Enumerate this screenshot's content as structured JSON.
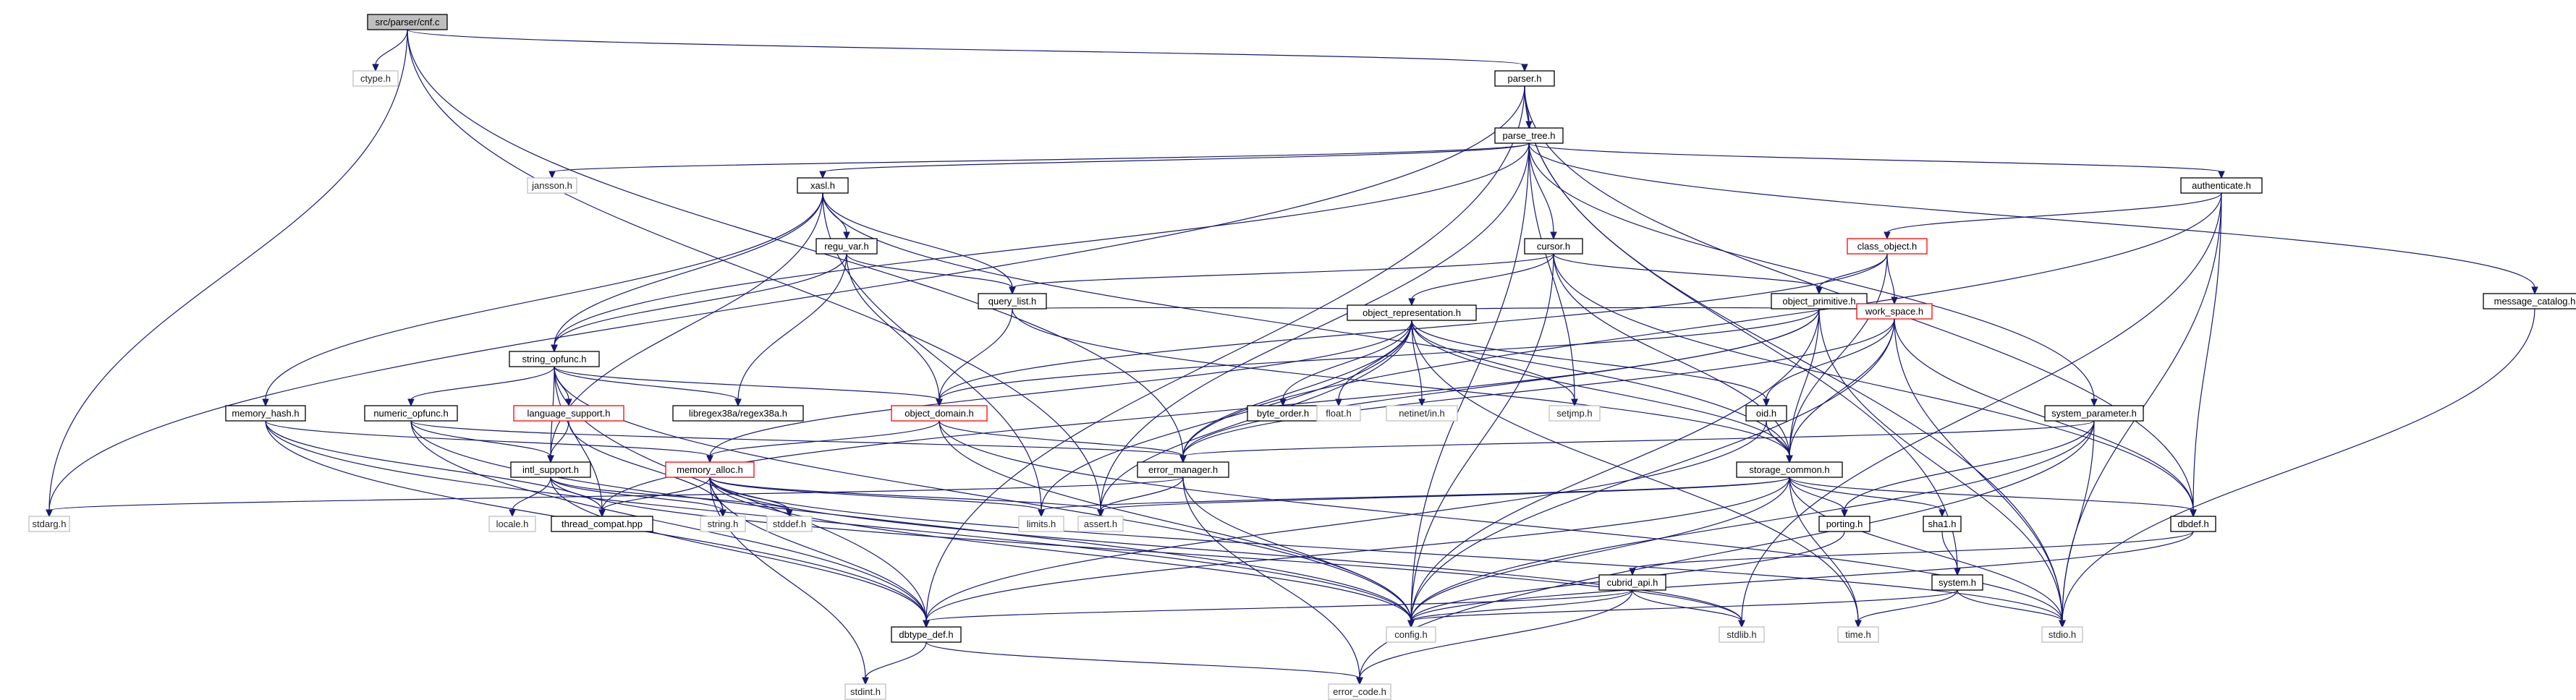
{
  "nodes": [
    {
      "id": "parser_c",
      "label": "src/parser/cnf.c",
      "style": "root"
    },
    {
      "id": "ctype",
      "label": "ctype.h",
      "style": "external"
    },
    {
      "id": "parser_h",
      "label": "parser.h",
      "style": "normal"
    },
    {
      "id": "parse_tree",
      "label": "parse_tree.h",
      "style": "normal"
    },
    {
      "id": "jansson",
      "label": "jansson.h",
      "style": "external"
    },
    {
      "id": "xasl",
      "label": "xasl.h",
      "style": "normal"
    },
    {
      "id": "regu_var",
      "label": "regu_var.h",
      "style": "normal"
    },
    {
      "id": "cursor",
      "label": "cursor.h",
      "style": "normal"
    },
    {
      "id": "authenticate",
      "label": "authenticate.h",
      "style": "normal"
    },
    {
      "id": "class_object",
      "label": "class_object.h",
      "style": "incomplete"
    },
    {
      "id": "message_catalog",
      "label": "message_catalog.h",
      "style": "normal"
    },
    {
      "id": "query_list",
      "label": "query_list.h",
      "style": "normal"
    },
    {
      "id": "object_primitive",
      "label": "object_primitive.h",
      "style": "normal"
    },
    {
      "id": "string_opfunc",
      "label": "string_opfunc.h",
      "style": "normal"
    },
    {
      "id": "object_representation",
      "label": "object_representation.h",
      "style": "normal"
    },
    {
      "id": "work_space",
      "label": "work_space.h",
      "style": "incomplete"
    },
    {
      "id": "memory_hash",
      "label": "memory_hash.h",
      "style": "normal"
    },
    {
      "id": "numeric_opfunc",
      "label": "numeric_opfunc.h",
      "style": "normal"
    },
    {
      "id": "language_support",
      "label": "language_support.h",
      "style": "incomplete"
    },
    {
      "id": "libregex",
      "label": "libregex38a/regex38a.h",
      "style": "normal"
    },
    {
      "id": "object_domain",
      "label": "object_domain.h",
      "style": "incomplete"
    },
    {
      "id": "byte_order",
      "label": "byte_order.h",
      "style": "normal"
    },
    {
      "id": "float_h",
      "label": "float.h",
      "style": "external"
    },
    {
      "id": "netinet",
      "label": "netinet/in.h",
      "style": "external"
    },
    {
      "id": "setjmp",
      "label": "setjmp.h",
      "style": "external"
    },
    {
      "id": "oid",
      "label": "oid.h",
      "style": "normal"
    },
    {
      "id": "system_parameter",
      "label": "system_parameter.h",
      "style": "normal"
    },
    {
      "id": "intl_support",
      "label": "intl_support.h",
      "style": "normal"
    },
    {
      "id": "memory_alloc",
      "label": "memory_alloc.h",
      "style": "incomplete"
    },
    {
      "id": "error_manager",
      "label": "error_manager.h",
      "style": "normal"
    },
    {
      "id": "storage_common",
      "label": "storage_common.h",
      "style": "normal"
    },
    {
      "id": "stdarg",
      "label": "stdarg.h",
      "style": "external"
    },
    {
      "id": "locale",
      "label": "locale.h",
      "style": "external"
    },
    {
      "id": "thread_compat",
      "label": "thread_compat.hpp",
      "style": "normal"
    },
    {
      "id": "string_h",
      "label": "string.h",
      "style": "external"
    },
    {
      "id": "stddef",
      "label": "stddef.h",
      "style": "external"
    },
    {
      "id": "limits",
      "label": "limits.h",
      "style": "external"
    },
    {
      "id": "assert",
      "label": "assert.h",
      "style": "external"
    },
    {
      "id": "porting",
      "label": "porting.h",
      "style": "normal"
    },
    {
      "id": "sha1",
      "label": "sha1.h",
      "style": "normal"
    },
    {
      "id": "dbdef",
      "label": "dbdef.h",
      "style": "normal"
    },
    {
      "id": "cubrid_api",
      "label": "cubrid_api.h",
      "style": "normal"
    },
    {
      "id": "system_h",
      "label": "system.h",
      "style": "normal"
    },
    {
      "id": "dbtype_def",
      "label": "dbtype_def.h",
      "style": "normal"
    },
    {
      "id": "config",
      "label": "config.h",
      "style": "external"
    },
    {
      "id": "stdlib",
      "label": "stdlib.h",
      "style": "external"
    },
    {
      "id": "time_h",
      "label": "time.h",
      "style": "external"
    },
    {
      "id": "stdio",
      "label": "stdio.h",
      "style": "external"
    },
    {
      "id": "stdint",
      "label": "stdint.h",
      "style": "external"
    },
    {
      "id": "error_code",
      "label": "error_code.h",
      "style": "external"
    }
  ],
  "edges": [
    [
      "parser_c",
      "ctype"
    ],
    [
      "parser_c",
      "parser_h"
    ],
    [
      "parser_c",
      "stdarg"
    ],
    [
      "parser_c",
      "assert"
    ],
    [
      "parser_c",
      "error_manager"
    ],
    [
      "parser_h",
      "parse_tree"
    ],
    [
      "parser_h",
      "stdarg"
    ],
    [
      "parser_h",
      "dbtype_def"
    ],
    [
      "parser_h",
      "dbdef"
    ],
    [
      "parser_h",
      "system_h"
    ],
    [
      "parser_h",
      "stdio"
    ],
    [
      "parse_tree",
      "jansson"
    ],
    [
      "parse_tree",
      "xasl"
    ],
    [
      "parse_tree",
      "cursor"
    ],
    [
      "parse_tree",
      "authenticate"
    ],
    [
      "parse_tree",
      "message_catalog"
    ],
    [
      "parse_tree",
      "string_opfunc"
    ],
    [
      "parse_tree",
      "setjmp"
    ],
    [
      "parse_tree",
      "system_parameter"
    ],
    [
      "parse_tree",
      "assert"
    ],
    [
      "parse_tree",
      "config"
    ],
    [
      "xasl",
      "regu_var"
    ],
    [
      "xasl",
      "query_list"
    ],
    [
      "xasl",
      "string_opfunc"
    ],
    [
      "xasl",
      "memory_hash"
    ],
    [
      "xasl",
      "storage_common"
    ],
    [
      "xasl",
      "intl_support"
    ],
    [
      "xasl",
      "limits"
    ],
    [
      "regu_var",
      "query_list"
    ],
    [
      "regu_var",
      "object_domain"
    ],
    [
      "regu_var",
      "string_opfunc"
    ],
    [
      "regu_var",
      "libregex"
    ],
    [
      "cursor",
      "query_list"
    ],
    [
      "cursor",
      "object_primitive"
    ],
    [
      "cursor",
      "object_representation"
    ],
    [
      "cursor",
      "storage_common"
    ],
    [
      "cursor",
      "config"
    ],
    [
      "cursor",
      "dbdef"
    ],
    [
      "authenticate",
      "class_object"
    ],
    [
      "authenticate",
      "dbdef"
    ],
    [
      "authenticate",
      "error_manager"
    ],
    [
      "authenticate",
      "stdio"
    ],
    [
      "authenticate",
      "stdlib"
    ],
    [
      "class_object",
      "object_primitive"
    ],
    [
      "class_object",
      "work_space"
    ],
    [
      "class_object",
      "object_domain"
    ],
    [
      "class_object",
      "storage_common"
    ],
    [
      "message_catalog",
      "stdio"
    ],
    [
      "query_list",
      "object_representation"
    ],
    [
      "query_list",
      "object_domain"
    ],
    [
      "query_list",
      "storage_common"
    ],
    [
      "object_primitive",
      "object_representation"
    ],
    [
      "object_primitive",
      "object_domain"
    ],
    [
      "object_primitive",
      "work_space"
    ],
    [
      "object_primitive",
      "error_manager"
    ],
    [
      "object_primitive",
      "thread_compat"
    ],
    [
      "object_primitive",
      "stdio"
    ],
    [
      "object_primitive",
      "storage_common"
    ],
    [
      "object_primitive",
      "config"
    ],
    [
      "string_opfunc",
      "language_support"
    ],
    [
      "string_opfunc",
      "libregex"
    ],
    [
      "string_opfunc",
      "object_domain"
    ],
    [
      "string_opfunc",
      "intl_support"
    ],
    [
      "string_opfunc",
      "numeric_opfunc"
    ],
    [
      "string_opfunc",
      "dbtype_def"
    ],
    [
      "string_opfunc",
      "thread_compat"
    ],
    [
      "string_opfunc",
      "config"
    ],
    [
      "object_representation",
      "byte_order"
    ],
    [
      "object_representation",
      "float_h"
    ],
    [
      "object_representation",
      "netinet"
    ],
    [
      "object_representation",
      "setjmp"
    ],
    [
      "object_representation",
      "oid"
    ],
    [
      "object_representation",
      "error_manager"
    ],
    [
      "object_representation",
      "memory_alloc"
    ],
    [
      "object_representation",
      "storage_common"
    ],
    [
      "object_representation",
      "limits"
    ],
    [
      "object_representation",
      "assert"
    ],
    [
      "object_representation",
      "time_h"
    ],
    [
      "work_space",
      "oid"
    ],
    [
      "work_space",
      "storage_common"
    ],
    [
      "work_space",
      "dbdef"
    ],
    [
      "work_space",
      "stdio"
    ],
    [
      "work_space",
      "error_manager"
    ],
    [
      "work_space",
      "config"
    ],
    [
      "memory_hash",
      "memory_alloc"
    ],
    [
      "memory_hash",
      "thread_compat"
    ],
    [
      "memory_hash",
      "dbtype_def"
    ],
    [
      "memory_hash",
      "config"
    ],
    [
      "numeric_opfunc",
      "intl_support"
    ],
    [
      "numeric_opfunc",
      "dbtype_def"
    ],
    [
      "numeric_opfunc",
      "config"
    ],
    [
      "numeric_opfunc",
      "error_manager"
    ],
    [
      "language_support",
      "intl_support"
    ],
    [
      "language_support",
      "string_h"
    ],
    [
      "object_domain",
      "error_manager"
    ],
    [
      "object_domain",
      "memory_alloc"
    ],
    [
      "object_domain",
      "config"
    ],
    [
      "object_domain",
      "stdio"
    ],
    [
      "oid",
      "storage_common"
    ],
    [
      "oid",
      "dbtype_def"
    ],
    [
      "system_parameter",
      "error_manager"
    ],
    [
      "system_parameter",
      "porting"
    ],
    [
      "system_parameter",
      "stdio"
    ],
    [
      "system_parameter",
      "error_code"
    ],
    [
      "system_parameter",
      "config"
    ],
    [
      "intl_support",
      "locale"
    ],
    [
      "intl_support",
      "string_h"
    ],
    [
      "intl_support",
      "dbtype_def"
    ],
    [
      "intl_support",
      "stddef"
    ],
    [
      "intl_support",
      "stdlib"
    ],
    [
      "memory_alloc",
      "thread_compat"
    ],
    [
      "memory_alloc",
      "string_h"
    ],
    [
      "memory_alloc",
      "stddef"
    ],
    [
      "memory_alloc",
      "limits"
    ],
    [
      "memory_alloc",
      "assert"
    ],
    [
      "memory_alloc",
      "dbtype_def"
    ],
    [
      "memory_alloc",
      "stdint"
    ],
    [
      "memory_alloc",
      "config"
    ],
    [
      "memory_alloc",
      "stdlib"
    ],
    [
      "memory_alloc",
      "stdio"
    ],
    [
      "error_manager",
      "stdarg"
    ],
    [
      "error_manager",
      "assert"
    ],
    [
      "error_manager",
      "error_code"
    ],
    [
      "error_manager",
      "config"
    ],
    [
      "storage_common",
      "porting"
    ],
    [
      "storage_common",
      "sha1"
    ],
    [
      "storage_common",
      "dbdef"
    ],
    [
      "storage_common",
      "dbtype_def"
    ],
    [
      "storage_common",
      "limits"
    ],
    [
      "storage_common",
      "assert"
    ],
    [
      "storage_common",
      "config"
    ],
    [
      "storage_common",
      "time_h"
    ],
    [
      "storage_common",
      "stdio"
    ],
    [
      "porting",
      "config"
    ],
    [
      "sha1",
      "system_h"
    ],
    [
      "dbdef",
      "cubrid_api"
    ],
    [
      "dbdef",
      "config"
    ],
    [
      "cubrid_api",
      "dbtype_def"
    ],
    [
      "cubrid_api",
      "config"
    ],
    [
      "cubrid_api",
      "stdlib"
    ],
    [
      "cubrid_api",
      "error_code"
    ],
    [
      "system_h",
      "config"
    ],
    [
      "system_h",
      "stdio"
    ],
    [
      "system_h",
      "time_h"
    ],
    [
      "dbtype_def",
      "stdint"
    ],
    [
      "dbtype_def",
      "error_code"
    ]
  ]
}
